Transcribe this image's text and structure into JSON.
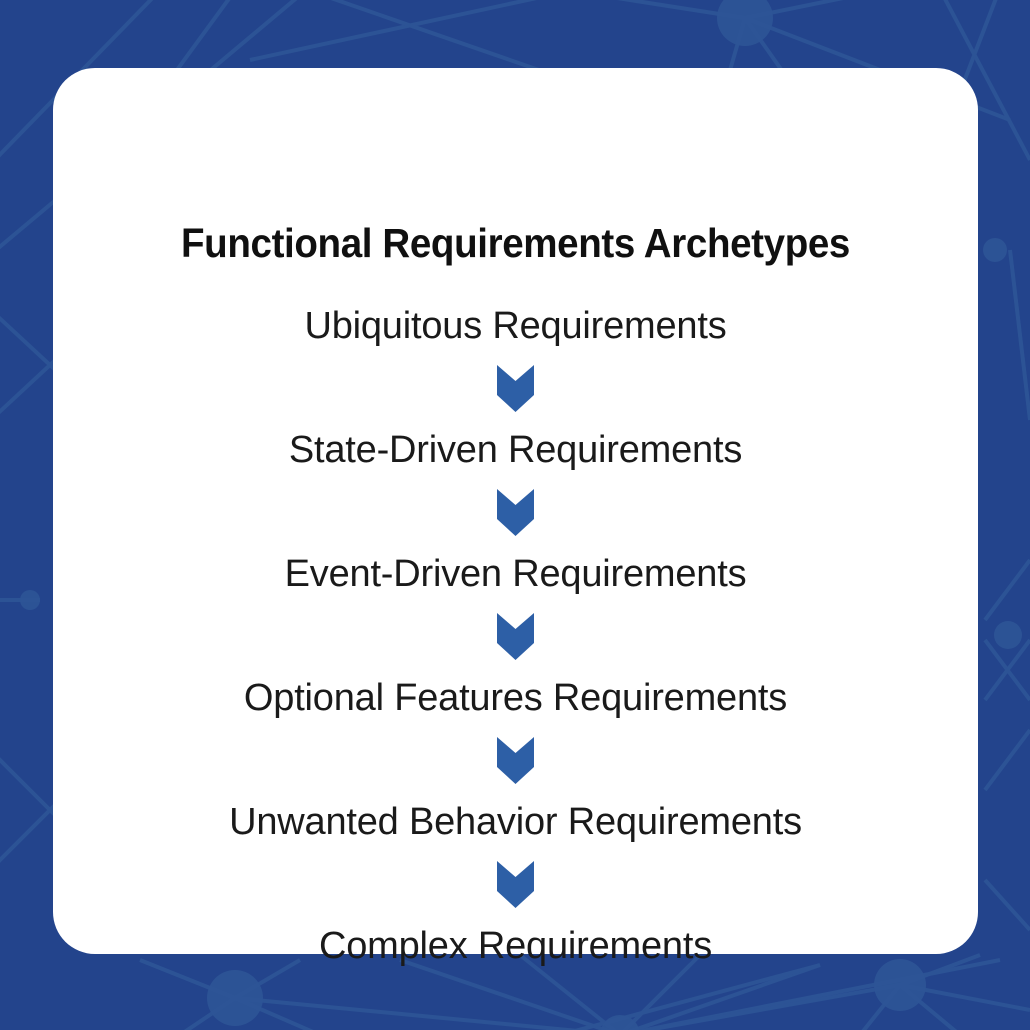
{
  "theme": {
    "background_color": "#23448c",
    "background_line_color": "#2d5496",
    "background_node_color": "#2d5496",
    "card_color": "#ffffff",
    "title_color": "#101010",
    "step_text_color": "#1a1a1a",
    "arrow_color": "#2d5fa6"
  },
  "card": {
    "title": "Functional Requirements Archetypes",
    "flow": {
      "steps": [
        {
          "label": "Ubiquitous Requirements"
        },
        {
          "label": "State-Driven Requirements"
        },
        {
          "label": "Event-Driven Requirements"
        },
        {
          "label": "Optional Features Requirements"
        },
        {
          "label": "Unwanted Behavior Requirements"
        },
        {
          "label": "Complex Requirements"
        }
      ],
      "connector_icon": "down-chevron-arrow-icon",
      "connector_count": 5
    }
  }
}
